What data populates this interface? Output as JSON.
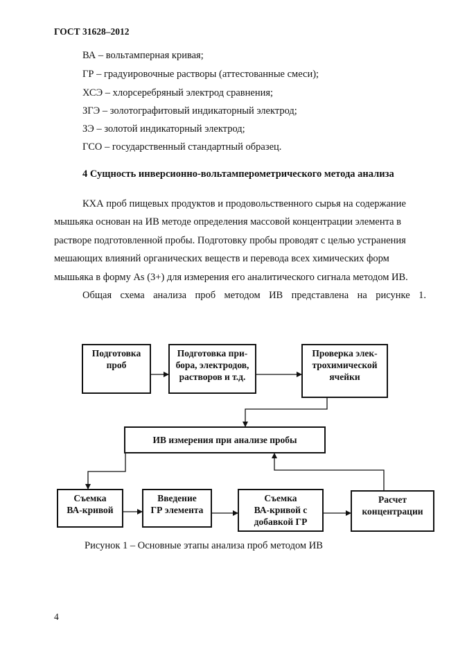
{
  "header": "ГОСТ 31628–2012",
  "abbreviations": [
    "ВА – вольтамперная кривая;",
    "ГР – градуировочные растворы (аттестованные смеси);",
    "ХСЭ – хлорсеребряный электрод сравнения;",
    "ЗГЭ – золотографитовый индикаторный электрод;",
    "ЗЭ – золотой индикаторный электрод;",
    "ГСО – государственный стандартный образец."
  ],
  "section_heading": "4 Сущность инверсионно-вольтамперометрического метода анализа",
  "paragraph1": "КХА проб пищевых продуктов и продовольственного сырья на содержание мышьяка основан на ИВ методе определения массовой концентрации элемента в растворе подготовленной пробы. Подготовку пробы проводят с целью устранения мешающих влияний органических веществ и перевода всех химических форм мышьяка в форму As (3+) для измерения его аналитического сигнала методом ИВ.",
  "paragraph2": "Общая схема анализа проб методом ИВ представлена на рисунке 1.",
  "diagram": {
    "sample_prep": [
      "Подготовка",
      "проб"
    ],
    "device_prep": [
      "Подготовка при-",
      "бора, электродов,",
      "растворов и т.д."
    ],
    "cell_check": [
      "Проверка элек-",
      "трохимической",
      "ячейки"
    ],
    "iv_measure": "ИВ измерения при анализе пробы",
    "va_curve": [
      "Съемка",
      "ВА-кривой"
    ],
    "gr_intro": [
      "Введение",
      "ГР элемента"
    ],
    "va_curve_gr": [
      "Съемка",
      "ВА-кривой с",
      "добавкой ГР"
    ],
    "calc": [
      "Расчет",
      "концентрации"
    ]
  },
  "caption": "Рисунок 1 – Основные этапы анализа проб методом ИВ",
  "page_number": "4"
}
